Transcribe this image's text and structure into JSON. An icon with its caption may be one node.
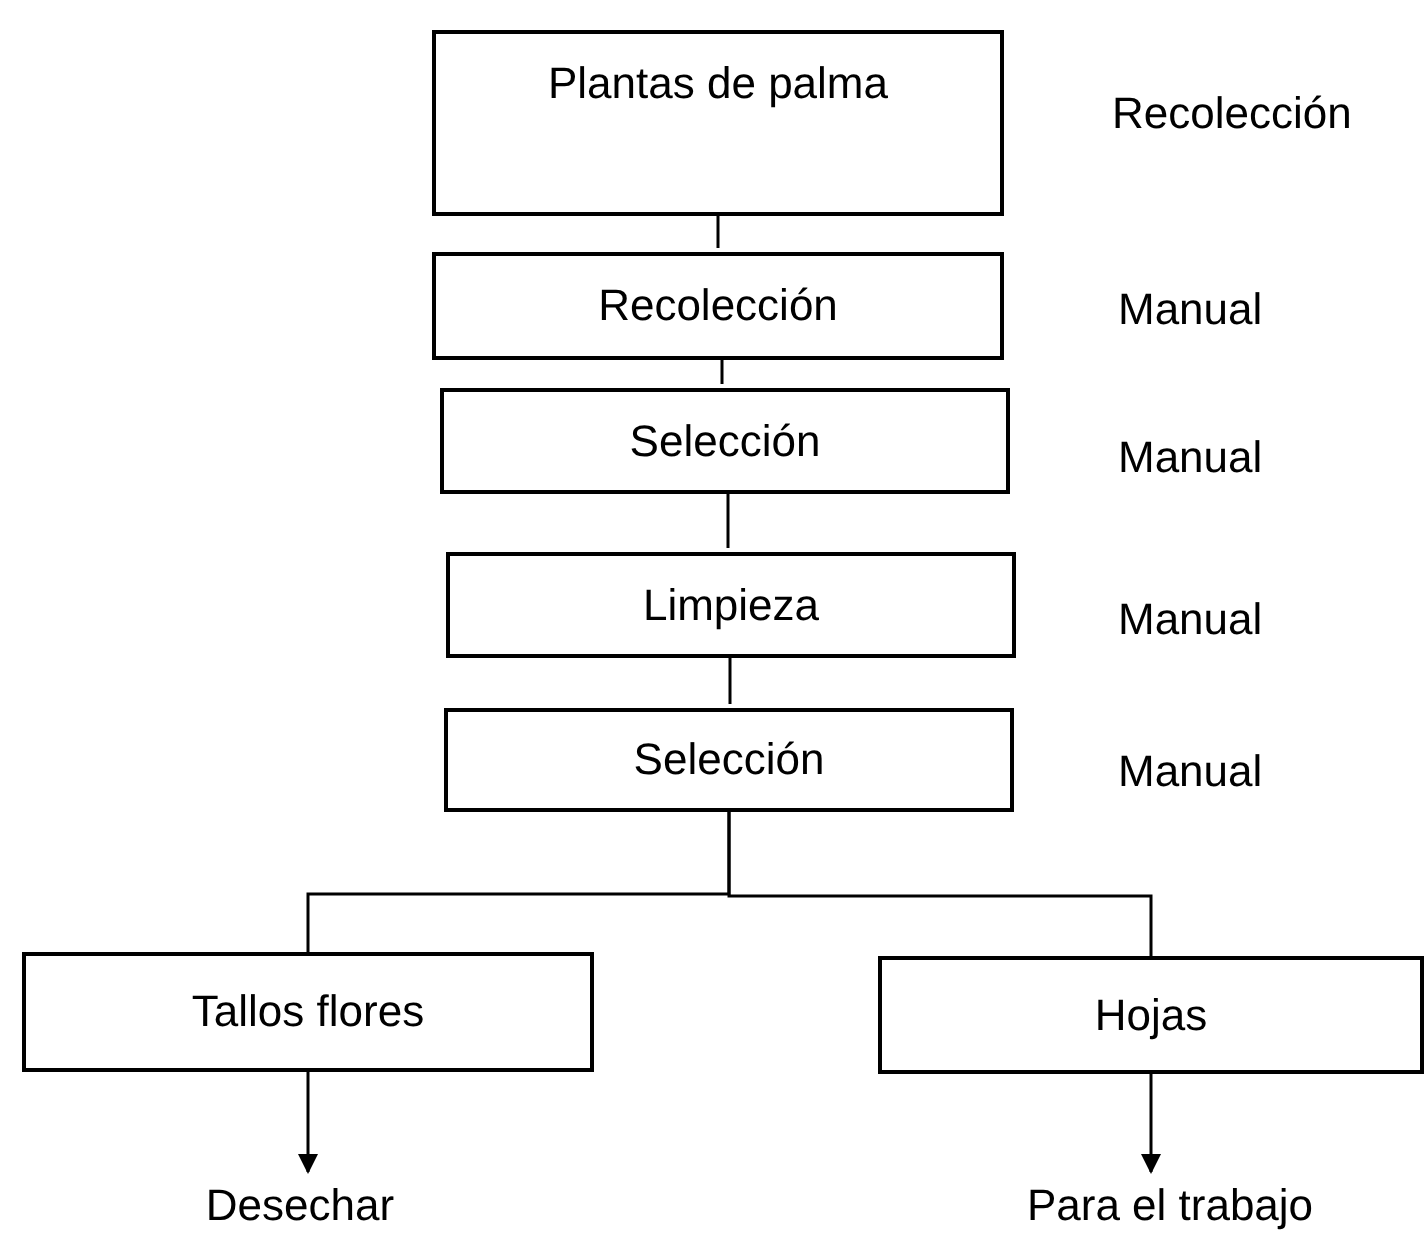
{
  "diagram": {
    "nodes": [
      {
        "text": [
          "Plantas de palma"
        ],
        "beside": [
          "Recolección"
        ]
      },
      {
        "text": [
          "Recolección"
        ],
        "beside": [
          "Manual"
        ]
      },
      {
        "text": [
          "Selección"
        ],
        "beside": [
          "Manual"
        ]
      },
      {
        "text": [
          "Limpieza"
        ],
        "beside": [
          "Manual"
        ]
      },
      {
        "text": [
          "Selección"
        ],
        "beside": [
          "Manual"
        ]
      },
      {
        "text": [
          "Tallos flores"
        ]
      },
      {
        "text": [
          "Hojas"
        ]
      },
      {
        "text": [
          "Desechar"
        ]
      },
      {
        "text": [
          "Para el trabajo"
        ]
      }
    ],
    "edges": [
      {
        "from": 0,
        "to": 1,
        "arrow": "none"
      },
      {
        "from": 1,
        "to": 2,
        "arrow": "none"
      },
      {
        "from": 2,
        "to": 3,
        "arrow": "none"
      },
      {
        "from": 3,
        "to": 4,
        "arrow": "none"
      },
      {
        "from": 4,
        "to": 5,
        "arrow": "none"
      },
      {
        "from": 4,
        "to": 6,
        "arrow": "none"
      },
      {
        "from": 5,
        "to": 7,
        "arrow": "to"
      },
      {
        "from": 6,
        "to": 8,
        "arrow": "to"
      }
    ]
  }
}
